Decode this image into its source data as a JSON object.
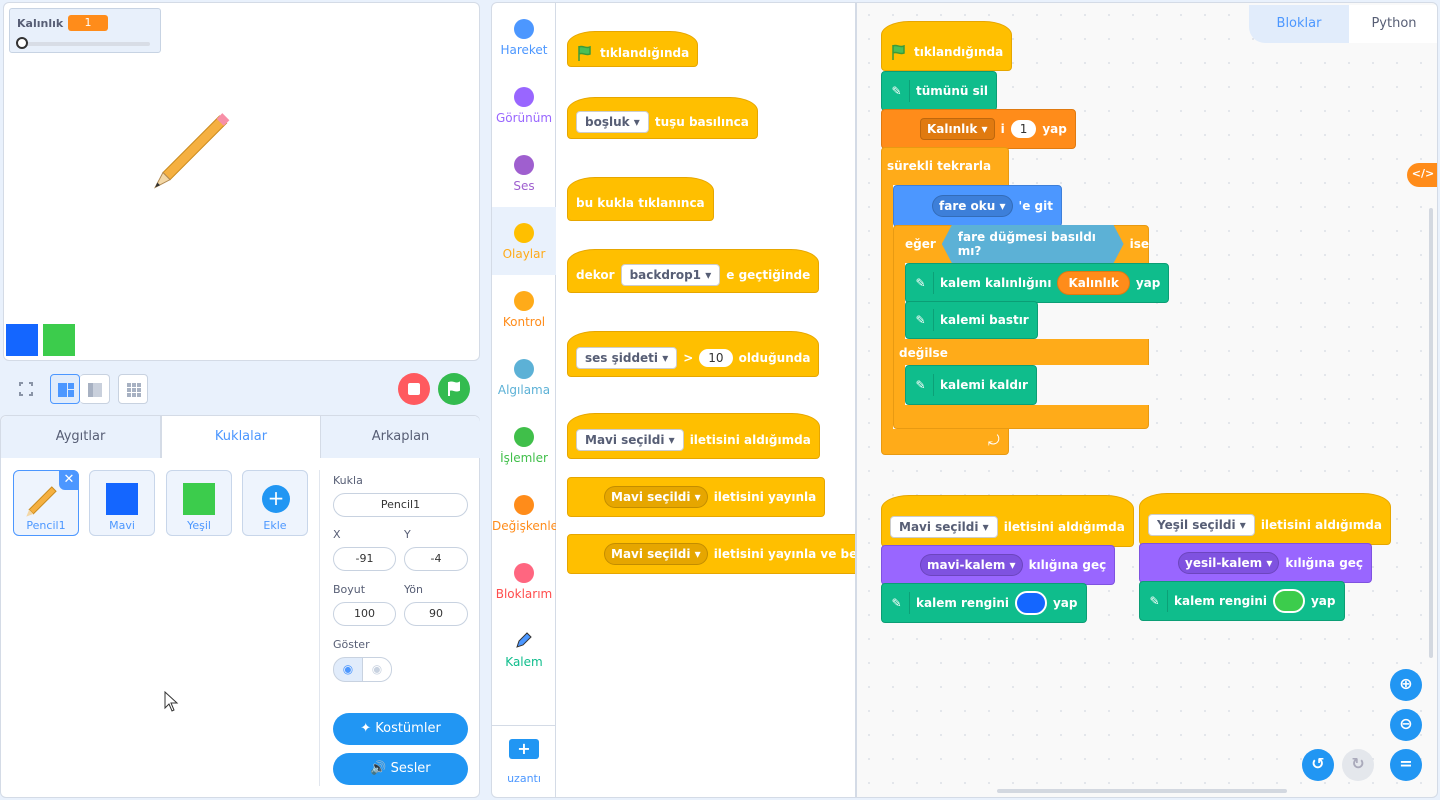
{
  "stage": {
    "monitor_label": "Kalınlık",
    "monitor_value": "1",
    "slider_fraction": 0,
    "swatches": [
      "#1466ff",
      "#3ccc4c"
    ]
  },
  "toolbar": {
    "fullscreen": "fullscreen-icon",
    "layout_small": "layout-small-icon",
    "layout_normal": "layout-normal-icon",
    "grid": "grid-icon",
    "stop_color": "#ff5a5f",
    "go_color": "#33bb4f"
  },
  "tabs": [
    "Aygıtlar",
    "Kuklalar",
    "Arkaplan"
  ],
  "sprites": [
    {
      "name": "Pencil1"
    },
    {
      "name": "Mavi",
      "color": "#1466ff"
    },
    {
      "name": "Yeşil",
      "color": "#3ccc4c"
    },
    {
      "name": "Ekle"
    }
  ],
  "props": {
    "kukla_label": "Kukla",
    "kukla_value": "Pencil1",
    "x_label": "X",
    "x_value": "-91",
    "y_label": "Y",
    "y_value": "-4",
    "boyut_label": "Boyut",
    "boyut_value": "100",
    "yon_label": "Yön",
    "yon_value": "90",
    "goster_label": "Göster",
    "kostumler": "Kostümler",
    "sesler": "Sesler"
  },
  "categories": [
    {
      "label": "Hareket",
      "color": "#4c97ff"
    },
    {
      "label": "Görünüm",
      "color": "#9966ff"
    },
    {
      "label": "Ses",
      "color": "#cf63cf"
    },
    {
      "label": "Olaylar",
      "color": "#ffbf00"
    },
    {
      "label": "Kontrol",
      "color": "#ffab19"
    },
    {
      "label": "Algılama",
      "color": "#5cb1d6"
    },
    {
      "label": "İşlemler",
      "color": "#59c059"
    },
    {
      "label": "Değişkenler",
      "color": "#ff8c1a"
    },
    {
      "label": "Bloklarım",
      "color": "#ff6680"
    },
    {
      "label": "Kalem",
      "color": "#0fbd8c"
    }
  ],
  "extension_label": "uzantı",
  "palette": {
    "flag_clicked": "tıklandığında",
    "key_dd": "boşluk",
    "key_text": "tuşu basılınca",
    "sprite_clicked": "bu kukla tıklanınca",
    "backdrop_pre": "dekor",
    "backdrop_dd": "backdrop1",
    "backdrop_post": "e geçtiğinde",
    "loud_dd": "ses şiddeti",
    "loud_gt": ">",
    "loud_num": "10",
    "loud_post": "olduğunda",
    "recv_dd": "Mavi seçildi",
    "recv_post": "iletisini aldığımda",
    "bcast_dd": "Mavi seçildi",
    "bcast_post": "iletisini yayınla",
    "bcastw_dd": "Mavi seçildi",
    "bcastw_post": "iletisini yayınla ve bek"
  },
  "views": {
    "blocks": "Bloklar",
    "python": "Python"
  },
  "script": {
    "flag": "tıklandığında",
    "clear": "tümünü sil",
    "setvar_dd": "Kalınlık",
    "setvar_mid": "i",
    "setvar_num": "1",
    "setvar_post": "yap",
    "forever": "sürekli tekrarla",
    "goto_dd": "fare oku",
    "goto_post": "'e git",
    "if": "eğer",
    "cond": "fare düğmesi basıldı mı?",
    "then": "ise",
    "size_pre": "kalem kalınlığını",
    "size_var": "Kalınlık",
    "size_post": "yap",
    "pendown": "kalemi bastır",
    "else": "değilse",
    "penup": "kalemi kaldır",
    "recv1_dd": "Mavi seçildi",
    "recv1_post": "iletisini aldığımda",
    "cos1_dd": "mavi-kalem",
    "cos1_post": "kılığına geç",
    "col1_pre": "kalem rengini",
    "col1_post": "yap",
    "col1": "#1466ff",
    "recv2_dd": "Yeşil seçildi",
    "recv2_post": "iletisini aldığımda",
    "cos2_dd": "yesil-kalem",
    "cos2_post": "kılığına geç",
    "col2_pre": "kalem rengini",
    "col2_post": "yap",
    "col2": "#3ccc4c"
  }
}
